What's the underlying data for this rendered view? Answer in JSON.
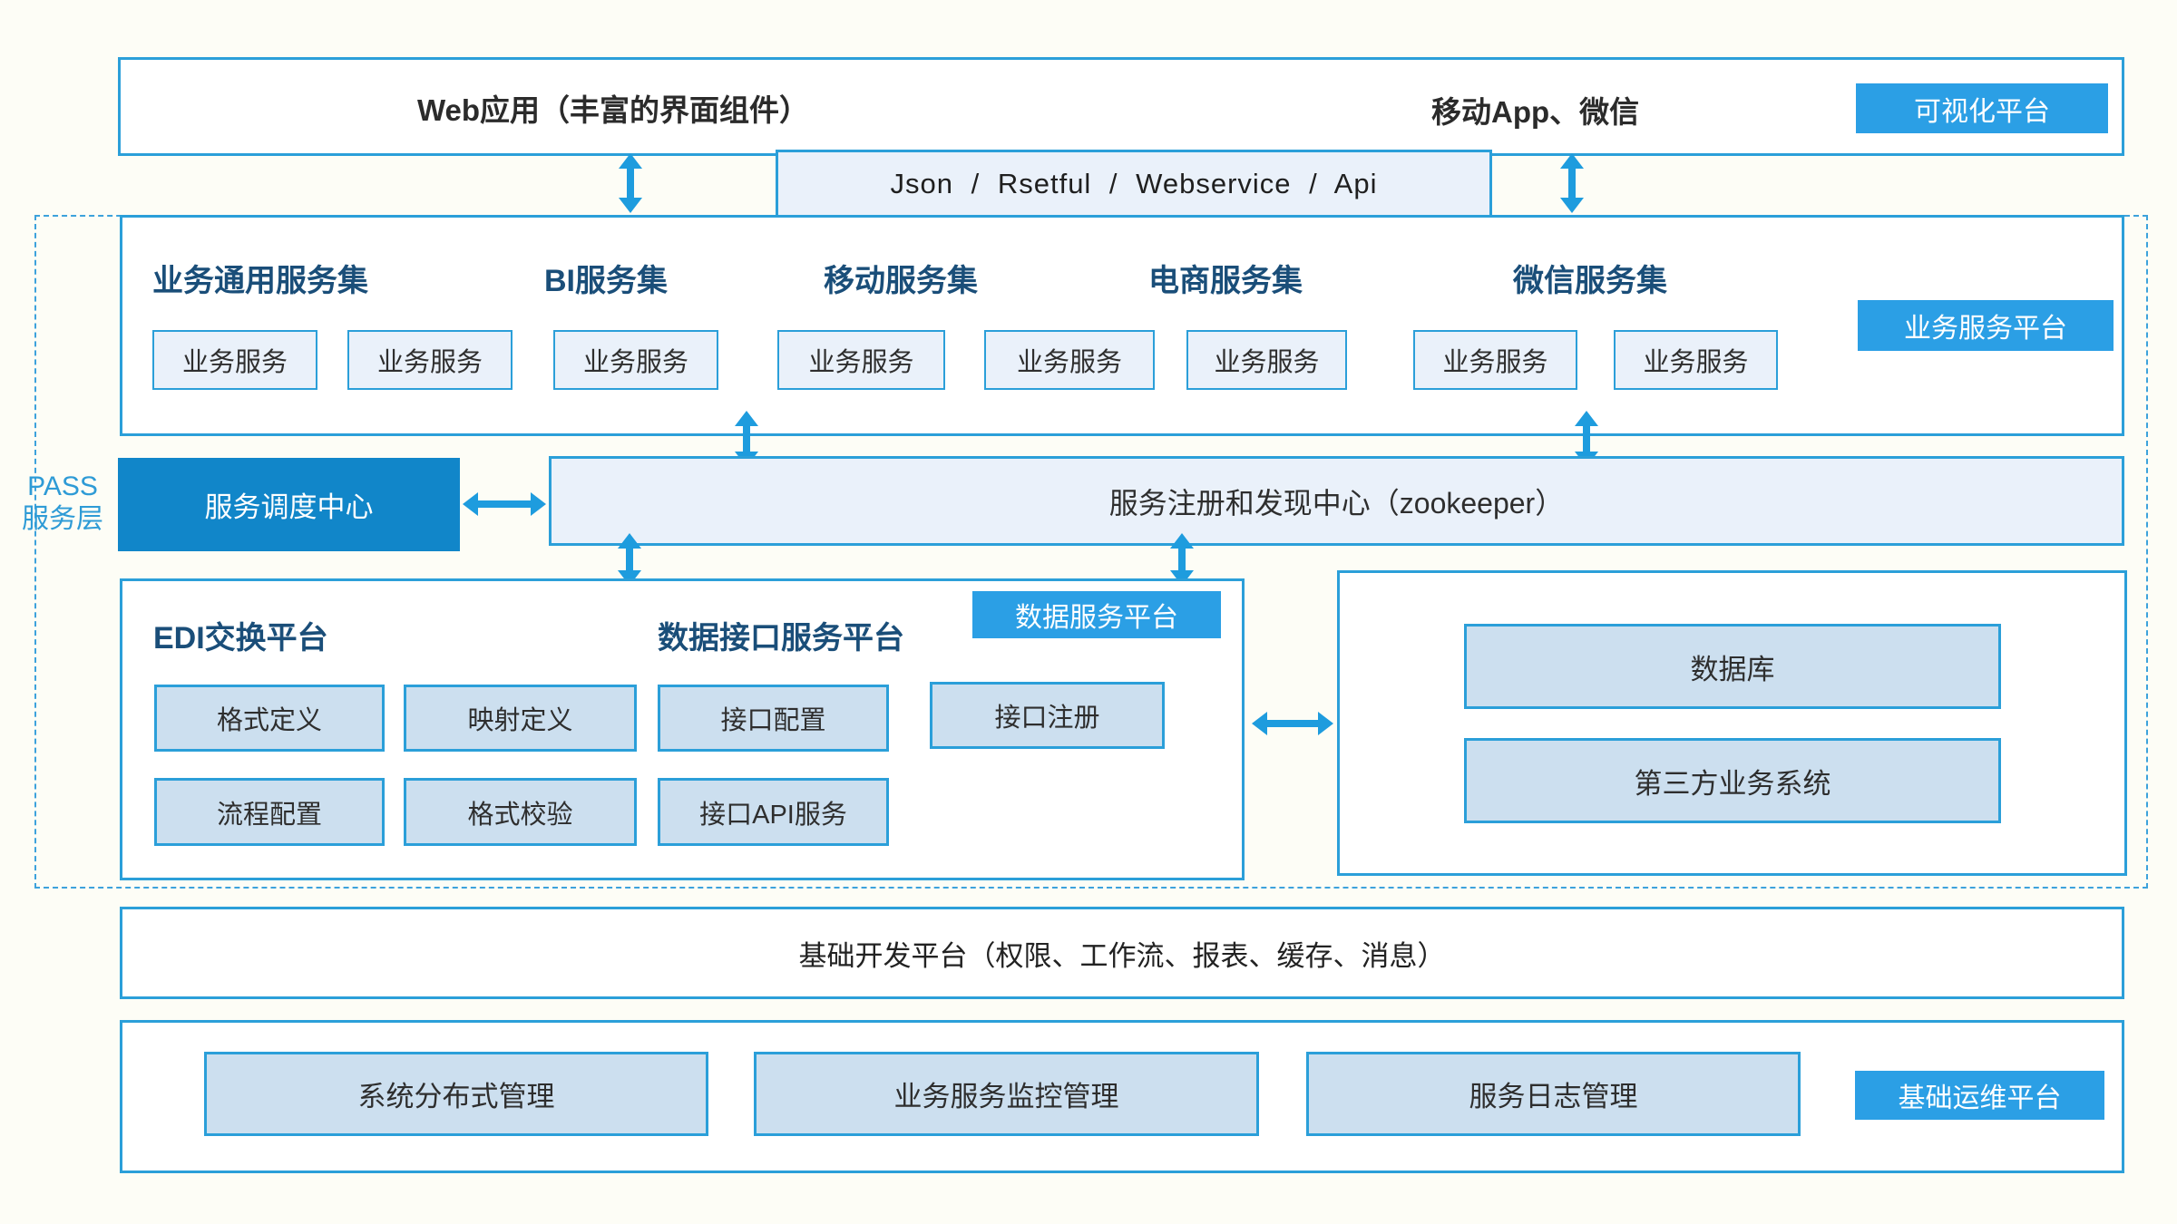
{
  "colors": {
    "border_blue": "#2b9fd9",
    "badge_blue": "#2b9fe5",
    "scheduler_blue": "#1186c9",
    "arrow_blue": "#1e9cde",
    "header_navy": "#1a4e79",
    "light_fill": "#eaf1fa",
    "medium_fill": "#ccdfef"
  },
  "top_bar": {
    "web_title": "Web应用（丰富的界面组件）",
    "mobile_title": "移动App、微信",
    "badge": "可视化平台"
  },
  "api_bar": {
    "label": "Json / Rsetful / Webservice / Api"
  },
  "pass_layer": {
    "line1": "PASS",
    "line2": "服务层"
  },
  "service_platform": {
    "badge": "业务服务平台",
    "groups": [
      {
        "title": "业务通用服务集",
        "boxes": [
          "业务服务",
          "业务服务"
        ]
      },
      {
        "title": "BI服务集",
        "boxes": [
          "业务服务"
        ]
      },
      {
        "title": "移动服务集",
        "boxes": [
          "业务服务",
          "业务服务"
        ]
      },
      {
        "title": "电商服务集",
        "boxes": [
          "业务服务"
        ]
      },
      {
        "title": "微信服务集",
        "boxes": [
          "业务服务",
          "业务服务"
        ]
      }
    ]
  },
  "scheduler": {
    "label": "服务调度中心"
  },
  "registry": {
    "label": "服务注册和发现中心（zookeeper）"
  },
  "data_platform": {
    "edi_title": "EDI交换平台",
    "interface_title": "数据接口服务平台",
    "badge": "数据服务平台",
    "row1": [
      "格式定义",
      "映射定义",
      "接口配置",
      "接口注册"
    ],
    "row2": [
      "流程配置",
      "格式校验",
      "接口API服务"
    ]
  },
  "external_systems": {
    "boxes": [
      "数据库",
      "第三方业务系统"
    ]
  },
  "dev_platform": {
    "label": "基础开发平台（权限、工作流、报表、缓存、消息）"
  },
  "ops_platform": {
    "badge": "基础运维平台",
    "boxes": [
      "系统分布式管理",
      "业务服务监控管理",
      "服务日志管理"
    ]
  }
}
